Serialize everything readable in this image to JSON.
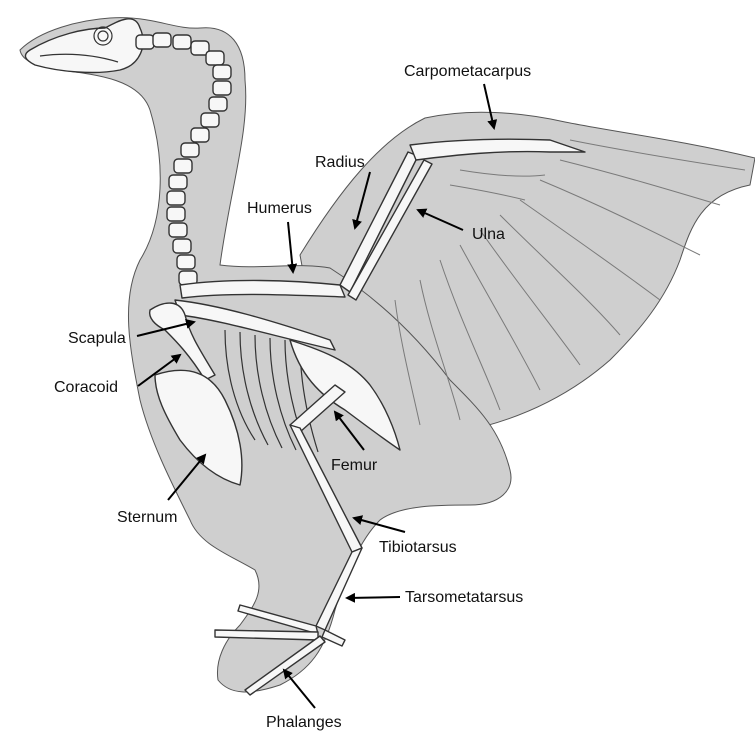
{
  "labels": {
    "carpometacarpus": "Carpometacarpus",
    "radius": "Radius",
    "humerus": "Humerus",
    "ulna": "Ulna",
    "scapula": "Scapula",
    "coracoid": "Coracoid",
    "femur": "Femur",
    "sternum": "Sternum",
    "tibiotarsus": "Tibiotarsus",
    "tarsometatarsus": "Tarsometatarsus",
    "phalanges": "Phalanges"
  },
  "colors": {
    "silhouette": "#cfcfcf",
    "bone": "#f7f7f7",
    "outline": "#333333",
    "label_text": "#111111"
  }
}
